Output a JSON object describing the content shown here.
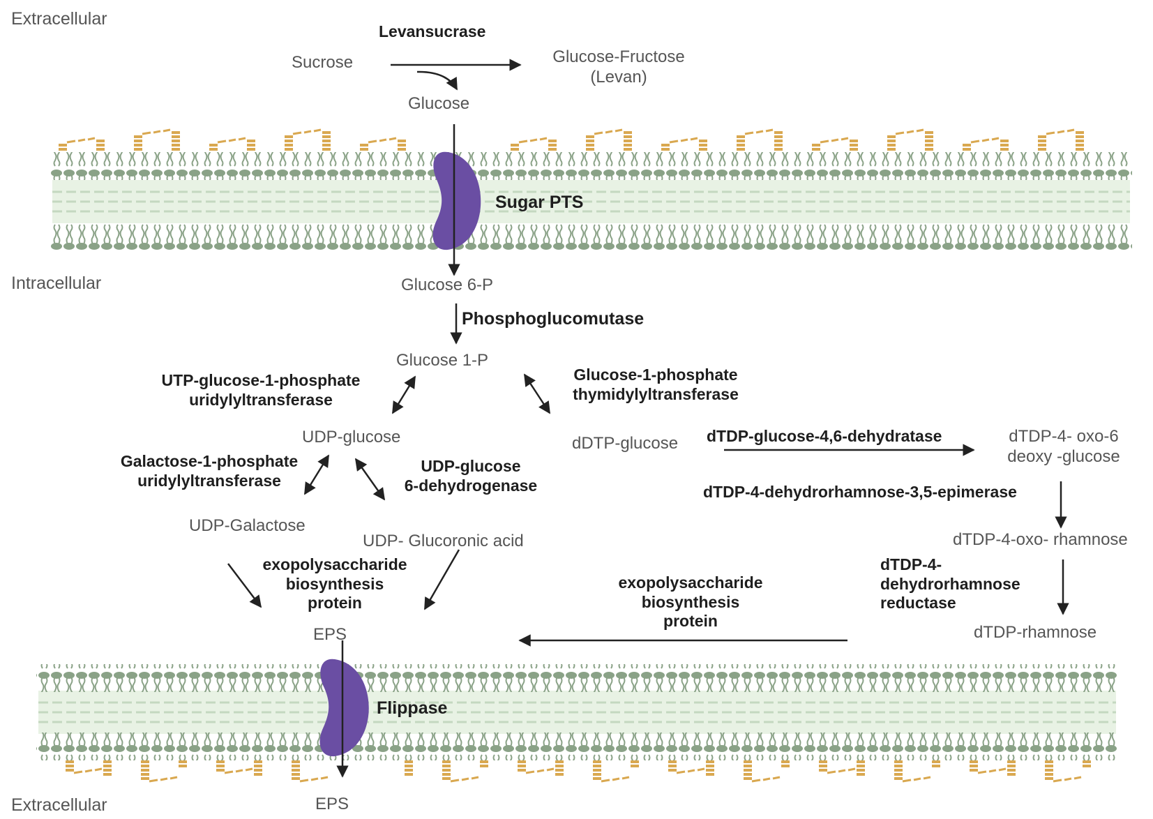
{
  "regions": {
    "extracellular_top": "Extracellular",
    "intracellular": "Intracellular",
    "extracellular_bottom": "Extracellular"
  },
  "metabolites": {
    "sucrose": "Sucrose",
    "glucose_fructose": "Glucose-Fructose\n(Levan)",
    "glucose": "Glucose",
    "glucose_6p": "Glucose 6-P",
    "glucose_1p": "Glucose 1-P",
    "udp_glucose": "UDP-glucose",
    "ddtp_glucose": "dDTP-glucose",
    "dtdp_4_oxo_6_deoxy_glucose": "dTDP-4- oxo-6\ndeoxy -glucose",
    "udp_galactose": "UDP-Galactose",
    "udp_glucoronic_acid": "UDP- Glucoronic acid",
    "dtdp_4_oxo_rhamnose": "dTDP-4-oxo- rhamnose",
    "dtdp_rhamnose": "dTDP-rhamnose",
    "eps_inner": "EPS",
    "eps_outer": "EPS"
  },
  "enzymes": {
    "levansucrase": "Levansucrase",
    "sugar_pts": "Sugar PTS",
    "phosphoglucomutase": "Phosphoglucomutase",
    "utp_glucose_1p_uridylyltransferase": "UTP-glucose-1-phosphate\nuridylyltransferase",
    "glucose_1p_thymidylyltransferase": "Glucose-1-phosphate\nthymidylyltransferase",
    "dtdp_glucose_dehydratase": "dTDP-glucose-4,6-dehydratase",
    "galactose_1p_uridylyltransferase": "Galactose-1-phosphate\nuridylyltransferase",
    "udp_glucose_6_dehydrogenase": "UDP-glucose\n6-dehydrogenase",
    "dtdp_epimerase": "dTDP-4-dehydrorhamnose-3,5-epimerase",
    "eps_biosynthesis_protein_left": "exopolysaccharide\nbiosynthesis\nprotein",
    "eps_biosynthesis_protein_right": "exopolysaccharide\nbiosynthesis\nprotein",
    "dtdp_reductase": "dTDP-4-\ndehydrorhamnose\nreductase",
    "flippase": "Flippase"
  },
  "colors": {
    "membrane_head": "#8aa287",
    "membrane_tail": "#c4d8c0",
    "membrane_core": "#e8f2e4",
    "glycan": "#d9a850",
    "transporter": "#6a4ea3",
    "arrow": "#222222",
    "metabolite_text": "#555555",
    "enzyme_text": "#1e1e1e"
  }
}
